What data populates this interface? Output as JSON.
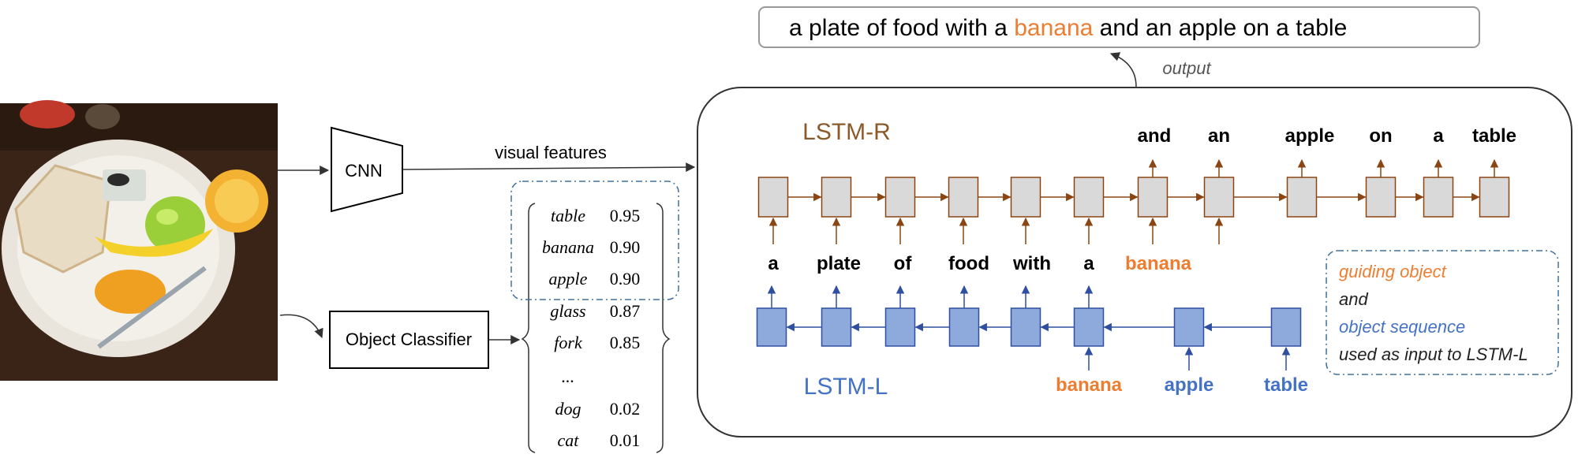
{
  "colors": {
    "brown": "#8B4513",
    "blue_fill": "#8EA9DB",
    "blue_stroke": "#2F4FA0",
    "orange": "#ED7D31",
    "blue_text": "#4472C4",
    "gray_box": "#D9D9D9",
    "dash_blue": "#41719C"
  },
  "caption": {
    "pre": "a plate of food with a ",
    "highlight": "banana",
    "post": " and an apple on a table"
  },
  "output_label": "output",
  "cnn_label": "CNN",
  "visual_features_label": "visual features",
  "classifier_label": "Object Classifier",
  "image": {
    "icon": "food-plate-photo"
  },
  "probs": [
    {
      "name": "table",
      "score": "0.95"
    },
    {
      "name": "banana",
      "score": "0.90"
    },
    {
      "name": "apple",
      "score": "0.90"
    },
    {
      "name": "glass",
      "score": "0.87"
    },
    {
      "name": "fork",
      "score": "0.85"
    },
    {
      "name": "...",
      "score": ""
    },
    {
      "name": "dog",
      "score": "0.02"
    },
    {
      "name": "cat",
      "score": "0.01"
    }
  ],
  "lstm_r": {
    "label": "LSTM-R",
    "outputs": [
      "and",
      "an",
      "apple",
      "on",
      "a",
      "table"
    ],
    "inputs": [
      "a",
      "plate",
      "of",
      "food",
      "with",
      "a",
      "banana"
    ]
  },
  "lstm_l": {
    "label": "LSTM-L",
    "inputs": [
      "banana",
      "apple",
      "table"
    ]
  },
  "legend": {
    "line1": "guiding object",
    "line2": "and",
    "line3": "object sequence",
    "line4": "used as input to LSTM-L"
  }
}
